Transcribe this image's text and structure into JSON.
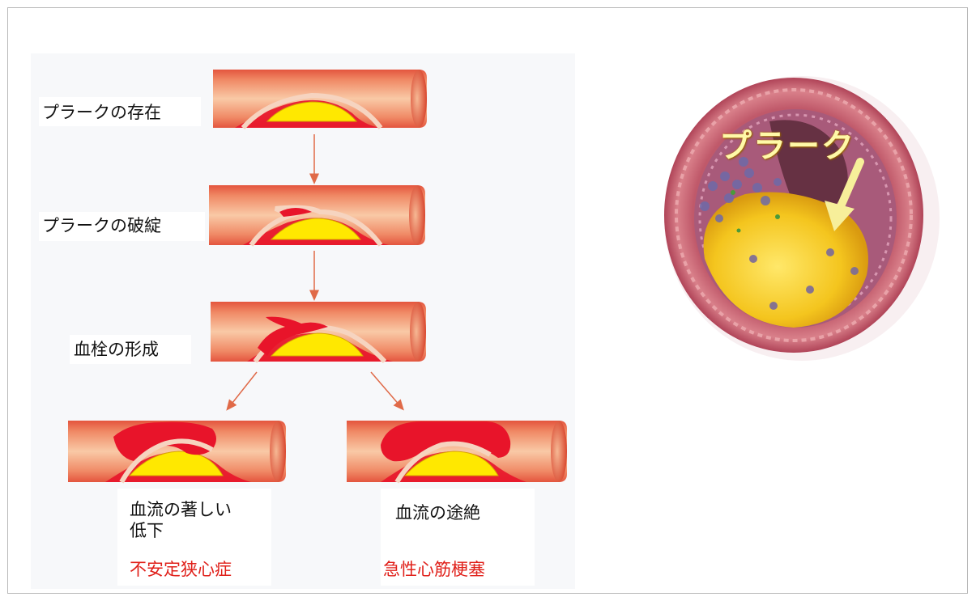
{
  "steps": {
    "existence": "プラークの存在",
    "rupture": "プラークの破綻",
    "thrombus": "血栓の形成"
  },
  "outcomes": {
    "left": {
      "condition_line1": "血流の著しい",
      "condition_line2": "低下",
      "disease": "不安定狭心症"
    },
    "right": {
      "condition": "血流の途絶",
      "disease": "急性心筋梗塞"
    }
  },
  "cross_section": {
    "label": "プラーク"
  },
  "colors": {
    "vessel_wall": "#e9604a",
    "vessel_lumen": "#f7c8a4",
    "plaque": "#ffe800",
    "thrombus": "#e81030",
    "arrow": "#e06a48",
    "disease_text": "#e0201a"
  }
}
